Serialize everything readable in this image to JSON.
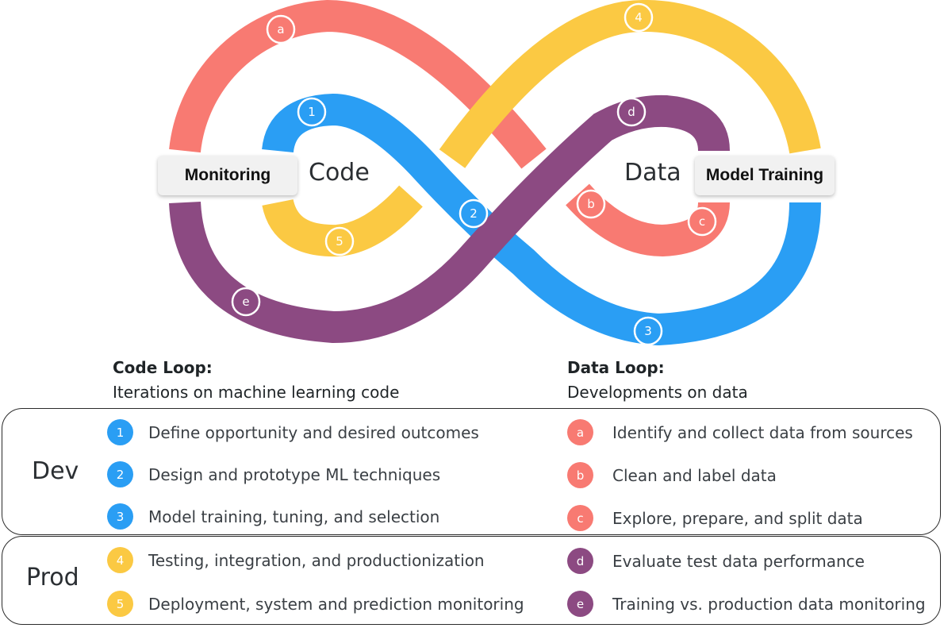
{
  "colors": {
    "blue": "#2a9ef4",
    "yellow": "#fbc943",
    "red": "#f87a72",
    "purple": "#8c4a82"
  },
  "diagram": {
    "left_label": "Monitoring",
    "right_label": "Model Training",
    "code_word": "Code",
    "data_word": "Data",
    "markers": {
      "one": "1",
      "two": "2",
      "three": "3",
      "four": "4",
      "five": "5",
      "a": "a",
      "b": "b",
      "c": "c",
      "d": "d",
      "e": "e"
    }
  },
  "code_loop": {
    "title": "Code Loop:",
    "subtitle": "Iterations on machine learning code"
  },
  "data_loop": {
    "title": "Data Loop:",
    "subtitle": "Developments on data"
  },
  "dev": {
    "label": "Dev",
    "code_items": [
      {
        "badge": "1",
        "text": "Define opportunity and desired outcomes"
      },
      {
        "badge": "2",
        "text": "Design and prototype ML techniques"
      },
      {
        "badge": "3",
        "text": "Model training, tuning, and selection"
      }
    ],
    "data_items": [
      {
        "badge": "a",
        "text": "Identify and collect data from sources"
      },
      {
        "badge": "b",
        "text": "Clean and label data"
      },
      {
        "badge": "c",
        "text": "Explore, prepare, and split data"
      }
    ]
  },
  "prod": {
    "label": "Prod",
    "code_items": [
      {
        "badge": "4",
        "text": "Testing, integration, and productionization"
      },
      {
        "badge": "5",
        "text": "Deployment, system and prediction monitoring"
      }
    ],
    "data_items": [
      {
        "badge": "d",
        "text": "Evaluate test data performance"
      },
      {
        "badge": "e",
        "text": "Training vs. production data monitoring"
      }
    ]
  }
}
